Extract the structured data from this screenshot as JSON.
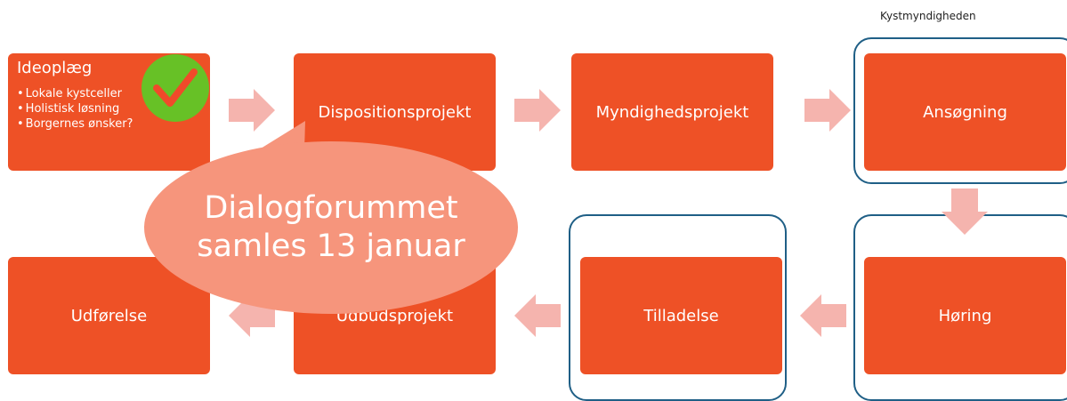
{
  "caption": "Kystmyndigheden",
  "idea": {
    "title": "Ideoplæg",
    "bullets": [
      "Lokale kystceller",
      "Holistisk løsning",
      "Borgernes ønsker?"
    ]
  },
  "steps": {
    "dispositionsprojekt": "Dispositionsprojekt",
    "myndighedsprojekt": "Myndighedsprojekt",
    "ansogning": "Ansøgning",
    "horing": "Høring",
    "tilladelse": "Tilladelse",
    "udbudsprojekt": "Udbudsprojekt",
    "udforelse": "Udførelse"
  },
  "callout": {
    "line1": "Dialogforummet",
    "line2": "samles 13 januar"
  },
  "colors": {
    "step_fill": "#ee5126",
    "arrow_fill": "#f5b4ae",
    "outline": "#1f5f86",
    "callout_fill": "#f6957c",
    "check_fill": "#67c126"
  }
}
